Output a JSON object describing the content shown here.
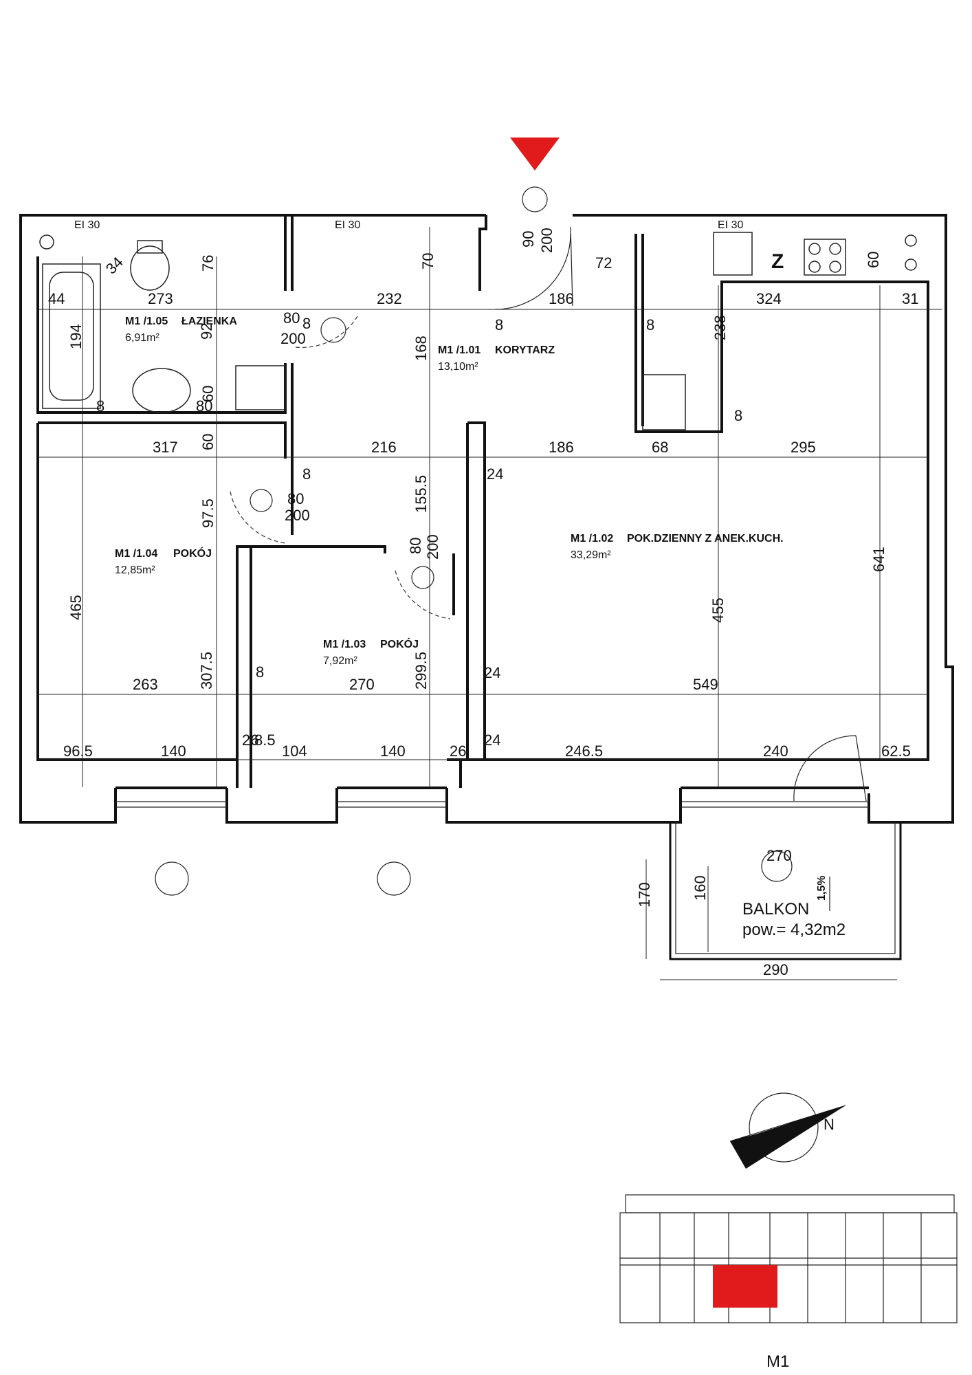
{
  "rooms": [
    {
      "code": "M1 /1.05",
      "name": "ŁAZIENKA",
      "area": "6,91m²"
    },
    {
      "code": "M1 /1.01",
      "name": "KORYTARZ",
      "area": "13,10m²"
    },
    {
      "code": "M1 /1.04",
      "name": "POKÓJ",
      "area": "12,85m²"
    },
    {
      "code": "M1 /1.03",
      "name": "POKÓJ",
      "area": "7,92m²"
    },
    {
      "code": "M1 /1.02",
      "name": "POK.DZIENNY Z ANEK.KUCH.",
      "area": "33,29m²"
    }
  ],
  "fire_labels": [
    "EI 30",
    "EI 30",
    "EI 30"
  ],
  "doors": {
    "entrance": {
      "width": "90",
      "height": "200"
    },
    "bathroom": {
      "width": "80",
      "height": "200"
    },
    "room_104": {
      "width": "80",
      "height": "200"
    },
    "room_103": {
      "width": "80",
      "height": "200"
    }
  },
  "dimensions": [
    "34",
    "76",
    "44",
    "273",
    "194",
    "92",
    "8",
    "60",
    "80",
    "8",
    "200",
    "232",
    "70",
    "168",
    "72",
    "186",
    "8",
    "324",
    "60",
    "31",
    "238",
    "8",
    "317",
    "60",
    "216",
    "186",
    "68",
    "295",
    "8",
    "24",
    "97.5",
    "155.5",
    "641",
    "465",
    "455",
    "307.5",
    "8",
    "263",
    "270",
    "299.5",
    "549",
    "24",
    "96.5",
    "140",
    "26",
    "8.5",
    "104",
    "140",
    "26",
    "24",
    "246.5",
    "240",
    "62.5",
    "270",
    "160",
    "1,5%",
    "170",
    "290"
  ],
  "kitchen_mark": "Z",
  "balcony": {
    "name": "BALKON",
    "area": "pow.= 4,32m2"
  },
  "north_label": "N",
  "unit_label": "M1",
  "colors": {
    "entrance_marker": "#e11b1b",
    "highlight": "#e11b1b",
    "lines": "#111111"
  }
}
